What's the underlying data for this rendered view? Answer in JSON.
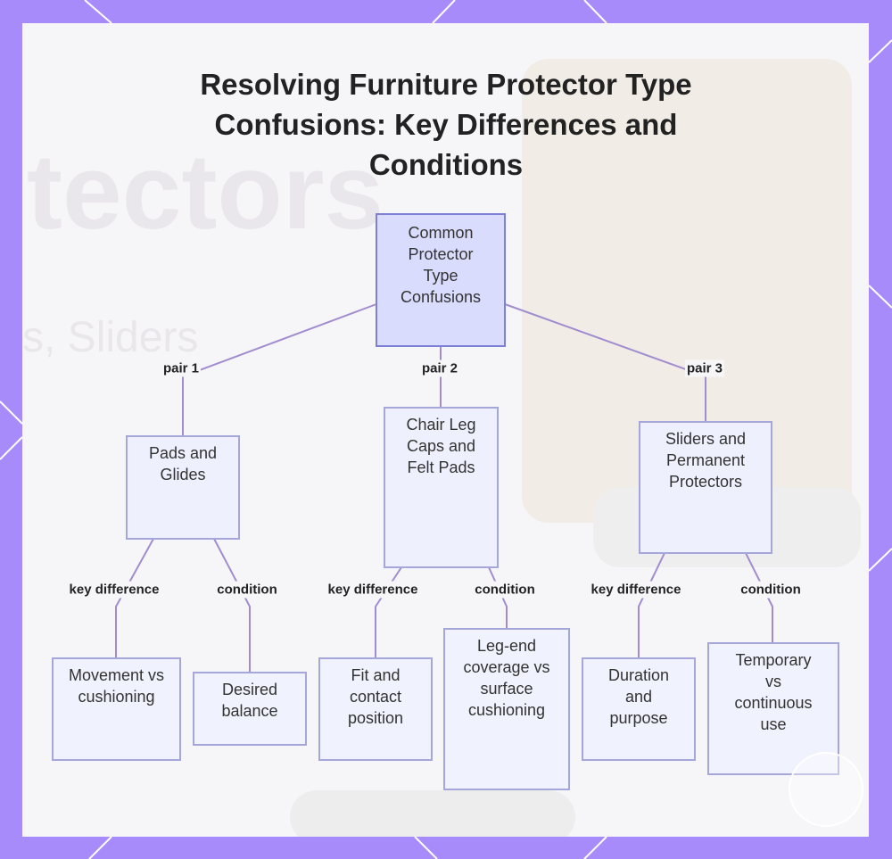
{
  "title": "Resolving Furniture Protector Type Confusions: Key Differences and Conditions",
  "background_text": {
    "large": "tectors",
    "small": "s, Sliders"
  },
  "colors": {
    "frame": "#a78bfa",
    "panel": "#f6f5f8",
    "node_fill": "#eceefe",
    "node_border": "#a5a7da",
    "root_fill": "#d9dcfc",
    "edge": "#a28cd0"
  },
  "nodes": {
    "root": "Common Protector Type Confusions",
    "pair1": "Pads and Glides",
    "pair2": "Chair Leg Caps and Felt Pads",
    "pair3": "Sliders and Permanent Protectors",
    "pair1_difference": "Movement vs cushioning",
    "pair1_condition": "Desired balance",
    "pair2_difference": "Fit and contact position",
    "pair2_condition": "Leg-end coverage vs surface cushioning",
    "pair3_difference": "Duration and purpose",
    "pair3_condition": "Temporary vs continuous use"
  },
  "edge_labels": {
    "pair1": "pair 1",
    "pair2": "pair 2",
    "pair3": "pair 3",
    "key_difference": "key difference",
    "condition": "condition"
  }
}
